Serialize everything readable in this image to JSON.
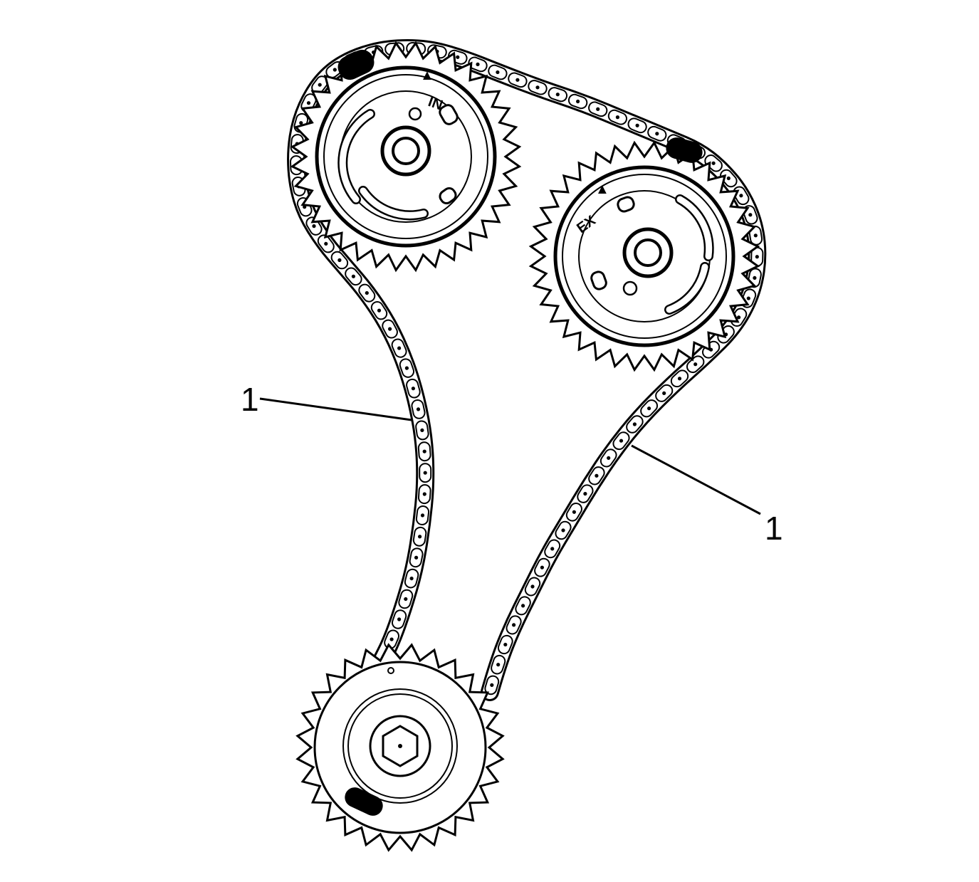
{
  "callouts": [
    {
      "label": "1"
    },
    {
      "label": "1"
    }
  ],
  "sprocket_marks": {
    "intake": {
      "label": "IN",
      "arrow": "▲"
    },
    "exhaust": {
      "label": "EX",
      "arrow": "▲"
    }
  },
  "colors": {
    "line": "#000000",
    "background": "#ffffff",
    "fill": "#ffffff"
  }
}
